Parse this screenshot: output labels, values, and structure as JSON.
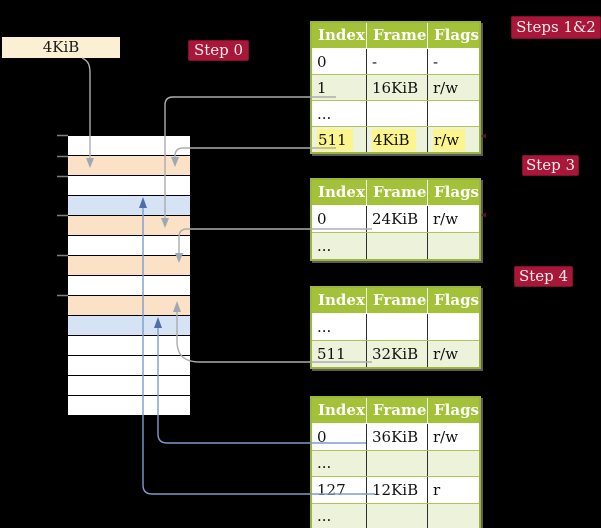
{
  "frame_label": "4KiB",
  "badges": {
    "step0": "Step 0",
    "steps12": "Steps 1&2",
    "step3": "Step 3",
    "step4": "Step 4"
  },
  "memory_strip": {
    "rows": [
      "white",
      "peach",
      "white",
      "blue",
      "peach",
      "white",
      "peach",
      "white",
      "peach",
      "blue",
      "white",
      "white",
      "white",
      "white"
    ]
  },
  "tables": [
    {
      "id": "t1",
      "headers": [
        "Index",
        "Frame",
        "Flags"
      ],
      "rows": [
        {
          "cells": [
            "0",
            "-",
            "-"
          ]
        },
        {
          "cells": [
            "1",
            "16KiB",
            "r/w"
          ]
        },
        {
          "cells": [
            "...",
            "",
            ""
          ]
        },
        {
          "cells": [
            "511",
            "4KiB",
            "r/w"
          ],
          "highlight": true
        }
      ]
    },
    {
      "id": "t2",
      "headers": [
        "Index",
        "Frame",
        "Flags"
      ],
      "rows": [
        {
          "cells": [
            "0",
            "24KiB",
            "r/w"
          ]
        },
        {
          "cells": [
            "...",
            "",
            ""
          ]
        }
      ]
    },
    {
      "id": "t3",
      "headers": [
        "Index",
        "Frame",
        "Flags"
      ],
      "rows": [
        {
          "cells": [
            "...",
            "",
            ""
          ]
        },
        {
          "cells": [
            "511",
            "32KiB",
            "r/w"
          ]
        }
      ]
    },
    {
      "id": "t4",
      "headers": [
        "Index",
        "Frame",
        "Flags"
      ],
      "rows": [
        {
          "cells": [
            "0",
            "36KiB",
            "r/w"
          ]
        },
        {
          "cells": [
            "...",
            "",
            ""
          ]
        },
        {
          "cells": [
            "127",
            "12KiB",
            "r"
          ]
        },
        {
          "cells": [
            "...",
            "",
            ""
          ]
        }
      ]
    }
  ],
  "colors": {
    "background": "#000000",
    "badge": "#a81638",
    "table_header": "#a3c139",
    "table_stripe": "#edf2db",
    "highlight": "#fcf48d",
    "frame_label_box": "#fbf0d3",
    "memory_peach": "#fbe2c6",
    "memory_blue": "#d6e3f4",
    "arrow_gray": "#adadad",
    "arrow_gray_head": "#9ea8b4",
    "arrow_blue": "#7e9cce",
    "arrow_blue_head": "#4f6fa8"
  }
}
